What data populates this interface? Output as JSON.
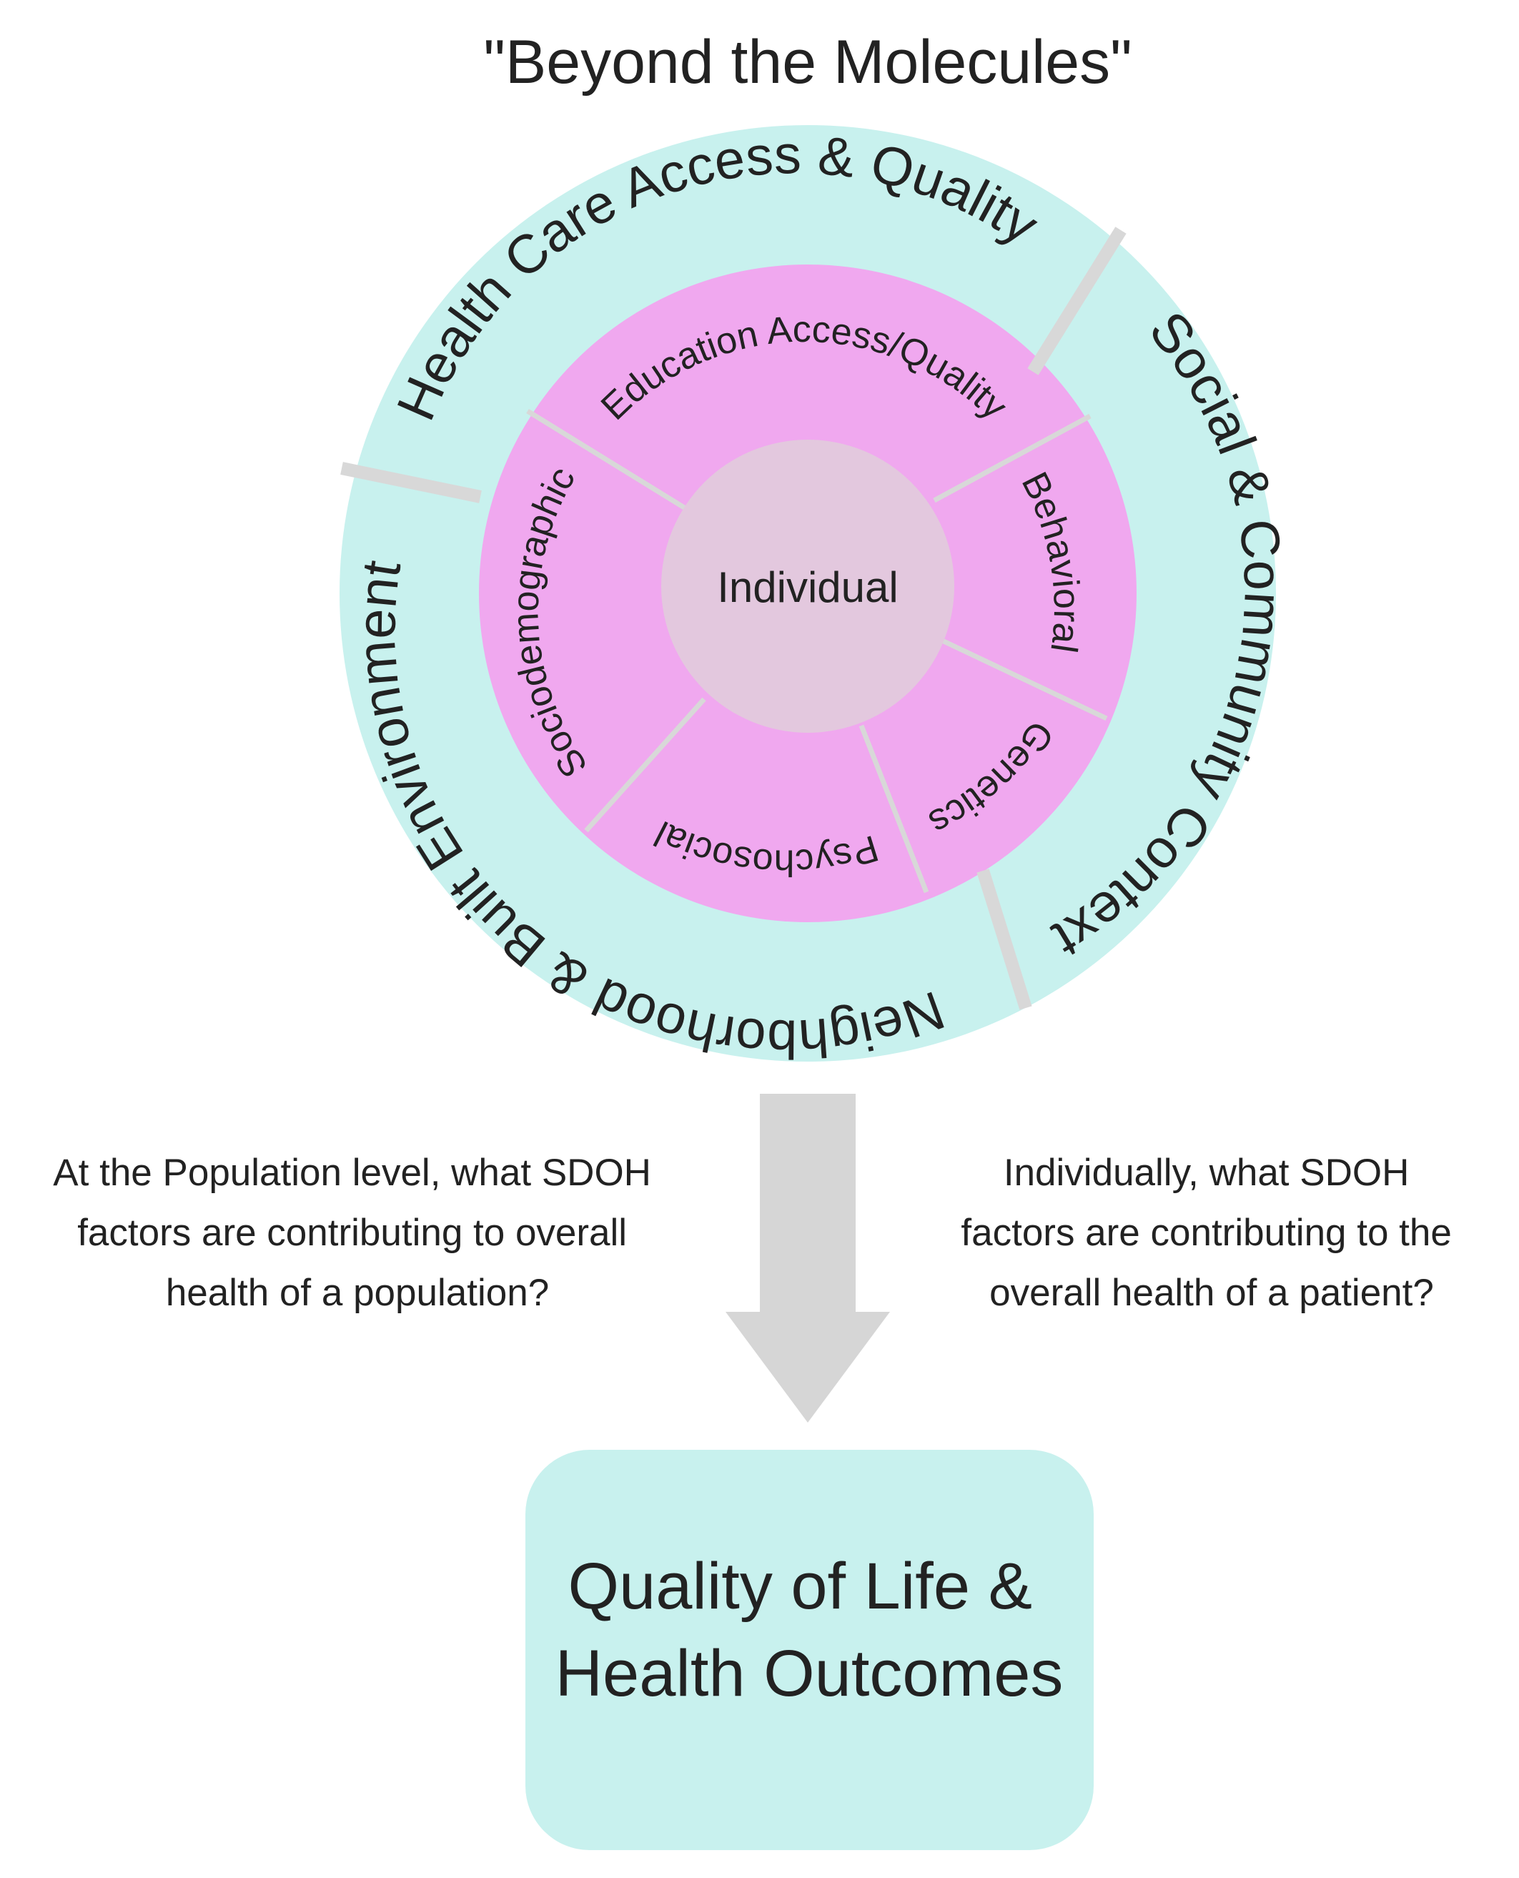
{
  "title": "\"Beyond the Molecules\"",
  "colors": {
    "outer_ring": "#c8f1ee",
    "inner_ring": "#f0a8ef",
    "core": "#e3c8de",
    "divider": "#d8d8d8",
    "arrow": "#d6d6d6",
    "outcome_box": "#c8f1ee",
    "text": "#222222"
  },
  "outer_ring": {
    "top": "Health Care Access & Quality",
    "right": "Social & Community Context",
    "bottom": "Neighborhood & Built Environment"
  },
  "inner_ring": {
    "top": "Education Access/Quality",
    "right": "Behavioral",
    "lower_right": "Genetics",
    "bottom": "Psychosocial",
    "left": "Sociodemographic"
  },
  "core": "Individual",
  "questions": {
    "population": [
      "At the Population level, what SDOH",
      "factors are contributing to overall",
      "health of a population?"
    ],
    "individual": [
      "Individually, what SDOH",
      "factors are contributing to the",
      "overall health of a patient?"
    ]
  },
  "outcome": [
    "Quality of Life &",
    "Health Outcomes"
  ]
}
